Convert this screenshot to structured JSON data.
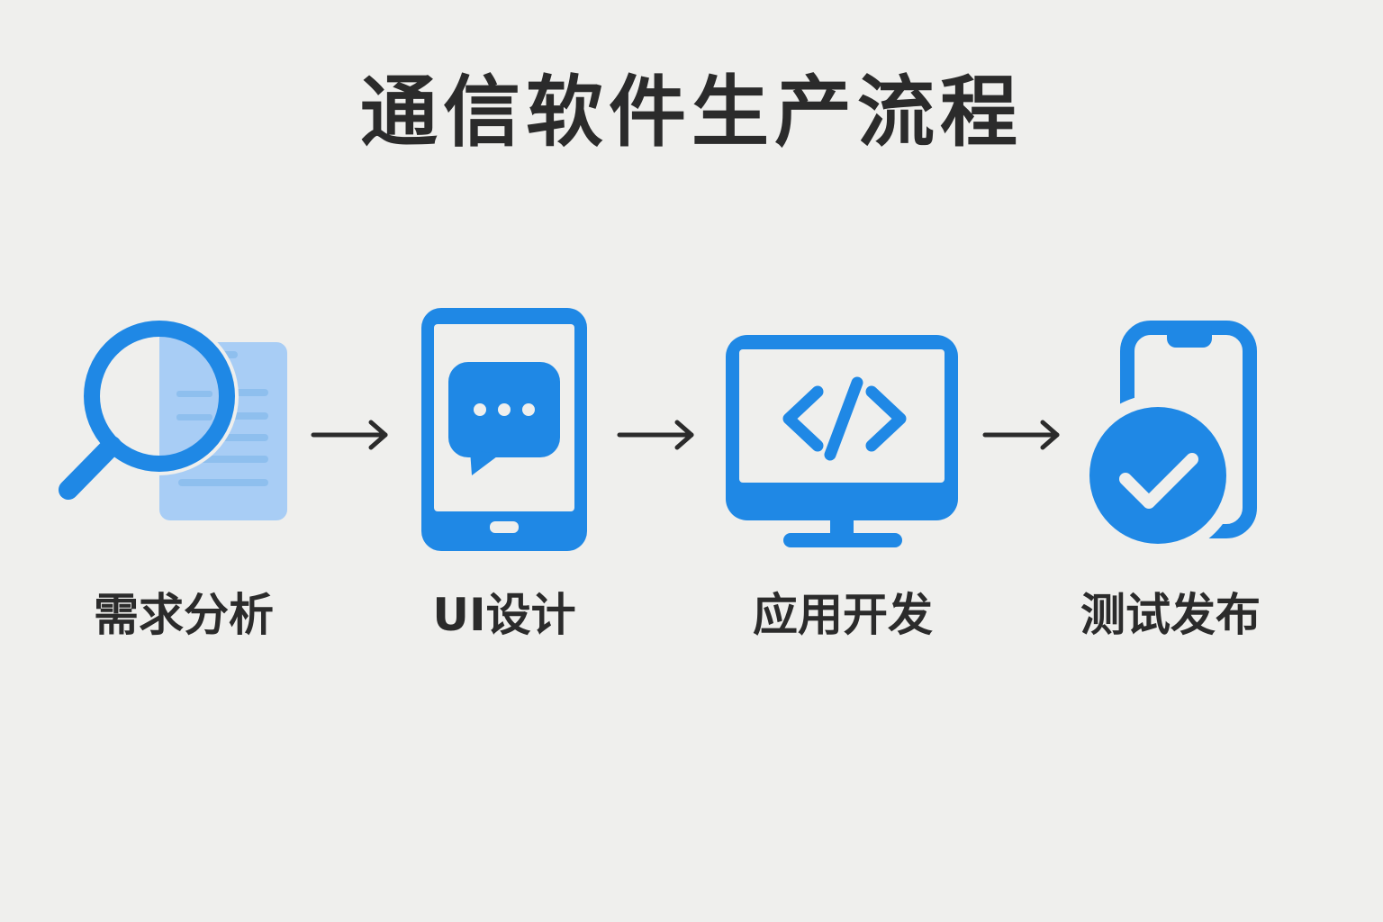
{
  "title": "通信软件生产流程",
  "colors": {
    "accent": "#1f88e5",
    "accent_light": "#a8cdf5",
    "text": "#2b2b2b",
    "background": "#efefed"
  },
  "steps": [
    {
      "label": "需求分析",
      "icon": "magnifier-document-icon"
    },
    {
      "label": "UI设计",
      "icon": "tablet-chat-icon"
    },
    {
      "label": "应用开发",
      "icon": "monitor-code-icon"
    },
    {
      "label": "测试发布",
      "icon": "phone-check-icon"
    }
  ]
}
